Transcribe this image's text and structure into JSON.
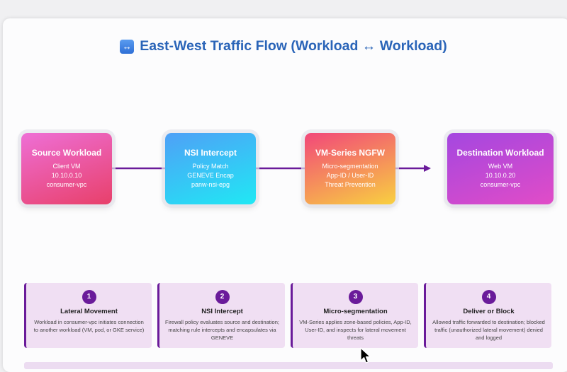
{
  "title": {
    "icon": "left-right-arrow-icon",
    "text": "East-West Traffic Flow (Workload ↔ Workload)"
  },
  "nodes": [
    {
      "title": "Source Workload",
      "lines": [
        "Client VM",
        "10.10.0.10",
        "consumer-vpc"
      ]
    },
    {
      "title": "NSI Intercept",
      "lines": [
        "Policy Match",
        "GENEVE Encap",
        "panw-nsi-epg"
      ]
    },
    {
      "title": "VM-Series NGFW",
      "lines": [
        "Micro-segmentation",
        "App-ID / User-ID",
        "Threat Prevention"
      ]
    },
    {
      "title": "Destination Workload",
      "lines": [
        "Web VM",
        "10.10.0.20",
        "consumer-vpc"
      ]
    }
  ],
  "steps": [
    {
      "num": "1",
      "title": "Lateral Movement",
      "desc": "Workload in consumer-vpc initiates connection to another workload (VM, pod, or GKE service)"
    },
    {
      "num": "2",
      "title": "NSI Intercept",
      "desc": "Firewall policy evaluates source and destination; matching rule intercepts and encapsulates via GENEVE"
    },
    {
      "num": "3",
      "title": "Micro-segmentation",
      "desc": "VM-Series applies zone-based policies, App-ID, User-ID, and inspects for lateral movement threats"
    },
    {
      "num": "4",
      "title": "Deliver or Block",
      "desc": "Allowed traffic forwarded to destination; blocked traffic (unauthorized lateral movement) denied and logged"
    }
  ],
  "colors": {
    "title": "#2a64b8",
    "connector": "#6a1b9a",
    "step_bg": "#f0dff3",
    "step_accent": "#6a1b9a"
  }
}
